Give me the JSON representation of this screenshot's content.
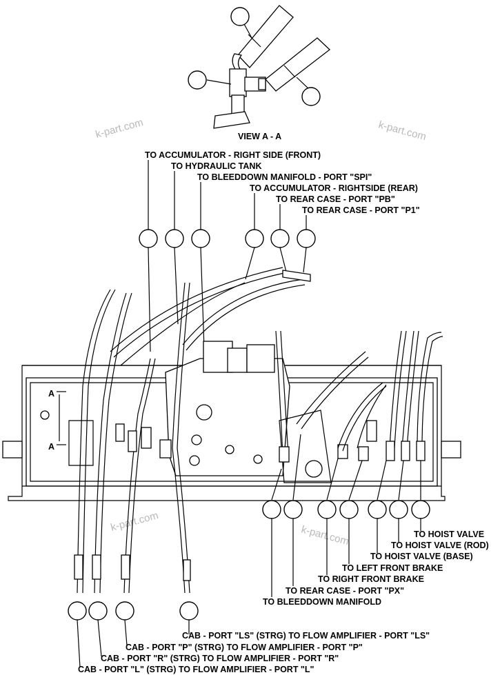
{
  "view_title": "VIEW A - A",
  "section_marks": [
    "A",
    "A"
  ],
  "watermark": "k-part.com",
  "top_labels": [
    "TO ACCUMULATOR - RIGHT SIDE (FRONT)",
    "TO HYDRAULIC TANK",
    "TO BLEEDDOWN MANIFOLD - PORT \"SPI\"",
    "TO ACCUMULATOR - RIGHTSIDE (REAR)",
    "TO REAR CASE - PORT \"PB\"",
    "TO REAR CASE - PORT \"P1\""
  ],
  "right_labels": [
    "TO HOIST VALVE",
    "TO HOIST VALVE (ROD)",
    "TO HOIST VALVE (BASE)",
    "TO LEFT FRONT BRAKE",
    "TO RIGHT FRONT BRAKE",
    "TO REAR CASE - PORT \"PX\"",
    "TO BLEEDDOWN MANIFOLD"
  ],
  "bottom_labels": [
    "CAB - PORT \"LS\" (STRG) TO FLOW AMPLIFIER - PORT \"LS\"",
    "CAB - PORT \"P\" (STRG) TO FLOW AMPLIFIER - PORT \"P\"",
    "CAB - PORT \"R\" (STRG) TO FLOW AMPLIFIER - PORT \"R\"",
    "CAB - PORT \"L\" (STRG) TO FLOW AMPLIFIER - PORT \"L\""
  ]
}
